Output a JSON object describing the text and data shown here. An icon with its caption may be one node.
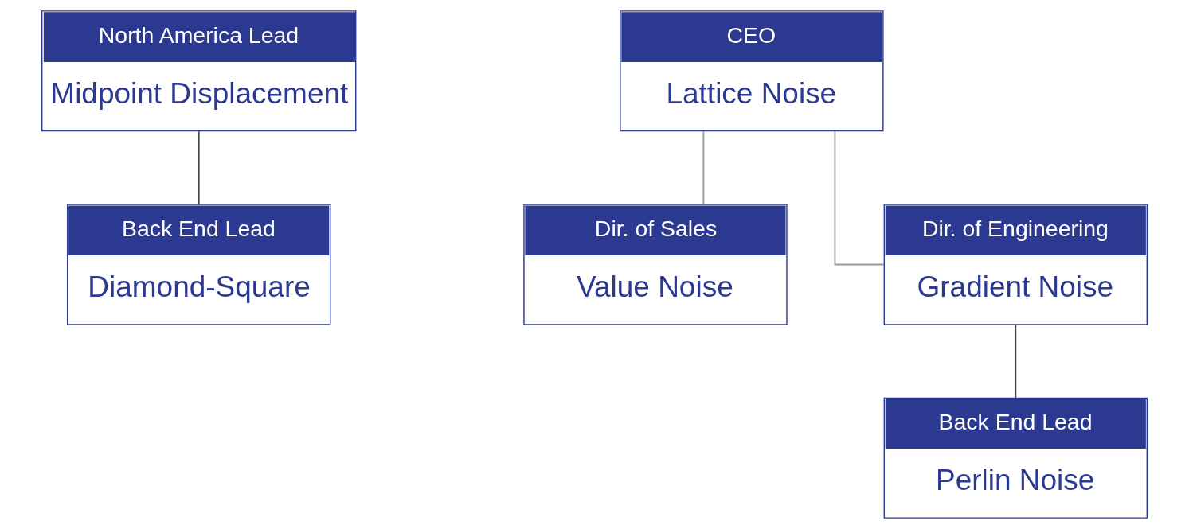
{
  "diagram": {
    "nodes": [
      {
        "text": [
          "North America Lead",
          "Midpoint Displacement"
        ]
      },
      {
        "text": [
          "Back End Lead",
          "Diamond-Square"
        ]
      },
      {
        "text": [
          "CEO",
          "Lattice Noise"
        ]
      },
      {
        "text": [
          "Dir. of Sales",
          "Value Noise"
        ]
      },
      {
        "text": [
          "Dir. of Engineering",
          "Gradient Noise"
        ]
      },
      {
        "text": [
          "Back End Lead",
          "Perlin Noise"
        ]
      }
    ],
    "edges": [
      {
        "from": 0,
        "to": 1,
        "arrow": "none"
      },
      {
        "from": 2,
        "to": 3,
        "arrow": "none",
        "color": "#999999"
      },
      {
        "from": 2,
        "to": 4,
        "arrow": "none",
        "color": "#999999"
      },
      {
        "from": 4,
        "to": 5,
        "arrow": "none"
      }
    ]
  }
}
